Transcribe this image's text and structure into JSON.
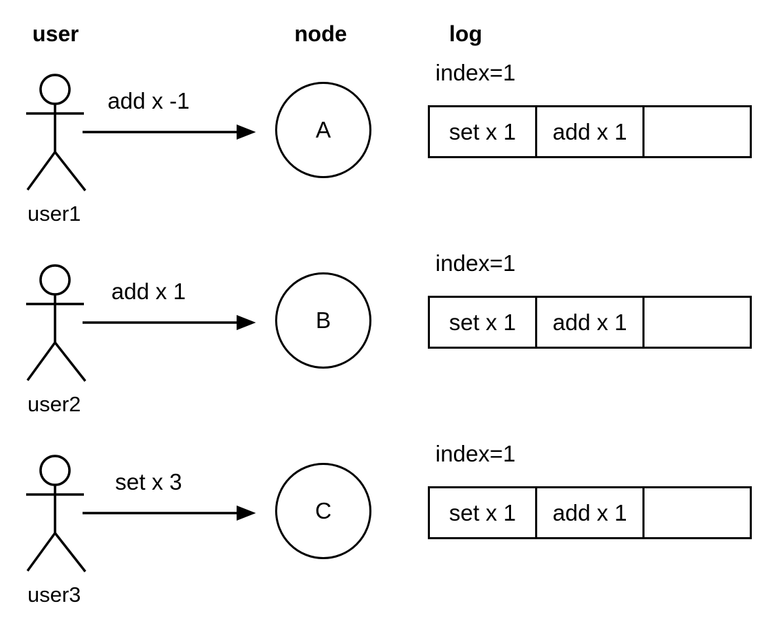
{
  "headers": {
    "user": "user",
    "node": "node",
    "log": "log"
  },
  "rows": [
    {
      "user": "user1",
      "command": "add x -1",
      "node": "A",
      "log_index": "index=1",
      "log_cells": [
        "set x 1",
        "add x 1",
        ""
      ]
    },
    {
      "user": "user2",
      "command": "add x 1",
      "node": "B",
      "log_index": "index=1",
      "log_cells": [
        "set x 1",
        "add x 1",
        ""
      ]
    },
    {
      "user": "user3",
      "command": "set x 3",
      "node": "C",
      "log_index": "index=1",
      "log_cells": [
        "set x 1",
        "add x 1",
        ""
      ]
    }
  ],
  "colors": {
    "foreground": "#000000",
    "background": "#ffffff"
  }
}
